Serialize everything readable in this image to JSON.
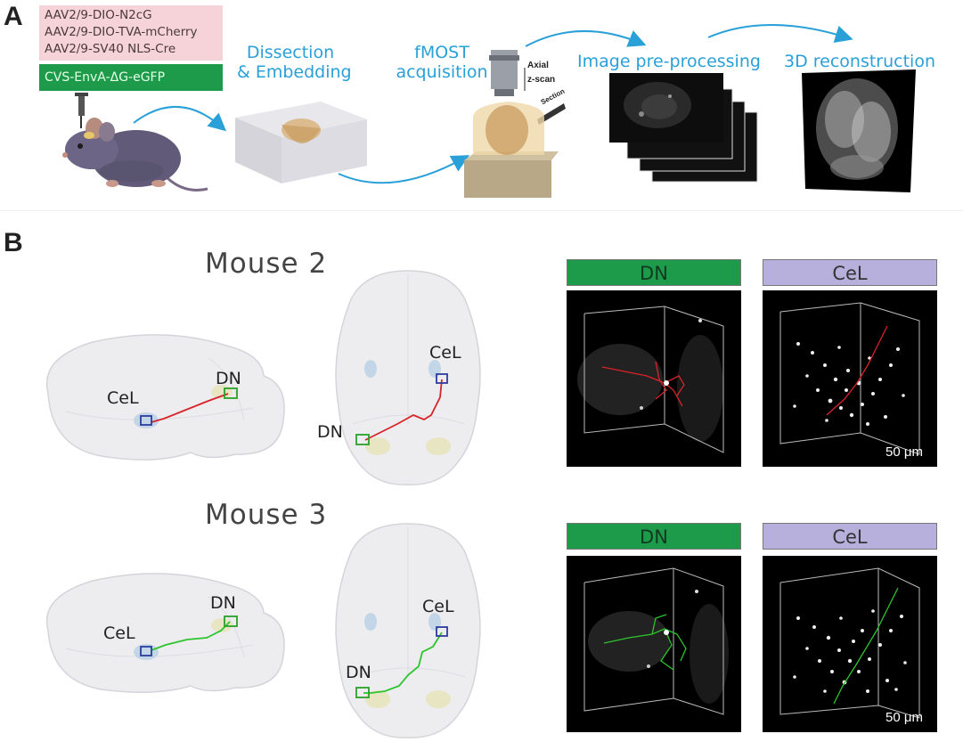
{
  "panel_a": {
    "letter": "A",
    "viruses": [
      "AAV2/9-DIO-N2cG",
      "AAV2/9-DIO-TVA-mCherry",
      "AAV2/9-SV40 NLS-Cre"
    ],
    "rabies": "CVS-EnvA-ΔG-eGFP",
    "steps": {
      "dissection": [
        "Dissection",
        "& Embedding"
      ],
      "fmost": [
        "fMOST",
        "acquisition"
      ],
      "preprocessing": "Image pre-processing",
      "reconstruction": "3D reconstruction"
    },
    "microscope_labels": {
      "axial": "Axial",
      "zscan": "z-scan",
      "section": "Section"
    }
  },
  "panel_b": {
    "letter": "B",
    "mice": [
      {
        "title": "Mouse 2",
        "trace_color": "#d8232a",
        "sagittal": {
          "cel": "CeL",
          "dn": "DN"
        },
        "dorsal": {
          "cel": "CeL",
          "dn": "DN"
        },
        "headers": {
          "dn": "DN",
          "cel": "CeL"
        },
        "scale_bar": "50 μm"
      },
      {
        "title": "Mouse 3",
        "trace_color": "#2ec42e",
        "sagittal": {
          "cel": "CeL",
          "dn": "DN"
        },
        "dorsal": {
          "cel": "CeL",
          "dn": "DN"
        },
        "headers": {
          "dn": "DN",
          "cel": "CeL"
        },
        "scale_bar": "50 μm"
      }
    ]
  },
  "colors": {
    "accent_blue": "#2aa0d8",
    "dn_green": "#1e9a4b",
    "cel_purple": "#b8b0dc",
    "virus_pink": "#f6d3d8",
    "cel_box": "#2b3c9e",
    "dn_box": "#2aa02a"
  }
}
